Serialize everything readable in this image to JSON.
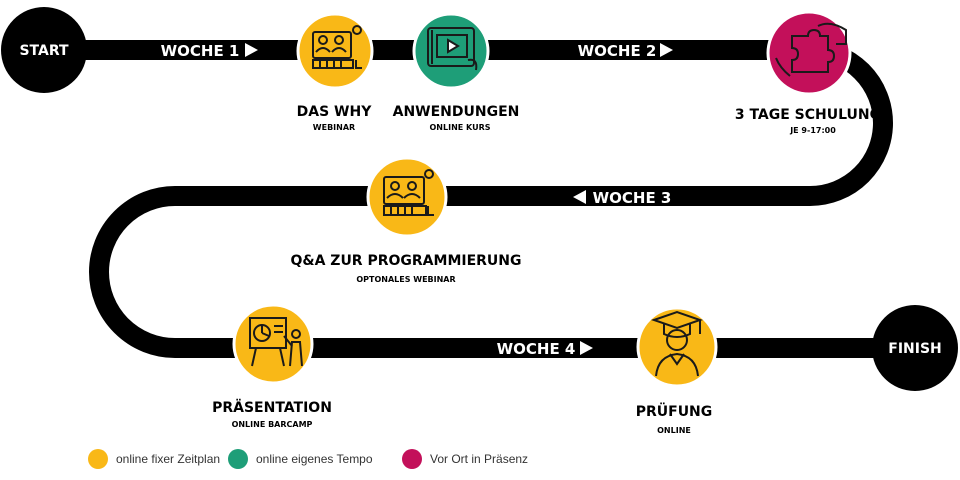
{
  "colors": {
    "road": "#000000",
    "online_fixed": "#F9B817",
    "online_self": "#1E9E78",
    "onsite": "#C3105A",
    "icon_stroke": "#1A1A1A"
  },
  "endpoints": {
    "start": "START",
    "finish": "FINISH"
  },
  "weeks": {
    "w1": "WOCHE 1",
    "w2": "WOCHE 2",
    "w3": "WOCHE 3",
    "w4": "WOCHE 4"
  },
  "milestones": [
    {
      "title": "DAS WHY",
      "subtitle": "WEBINAR",
      "mode": "online_fixed",
      "icon": "webinar-icon"
    },
    {
      "title": "ANWENDUNGEN",
      "subtitle": "ONLINE KURS",
      "mode": "online_self",
      "icon": "video-tablet-icon"
    },
    {
      "title": "3 TAGE SCHULUNG",
      "subtitle": "JE 9-17:00",
      "mode": "onsite",
      "icon": "handshake-puzzle-icon"
    },
    {
      "title": "Q&A ZUR PROGRAMMIERUNG",
      "subtitle": "OPTONALES WEBINAR",
      "mode": "online_fixed",
      "icon": "webinar-icon"
    },
    {
      "title": "PRÄSENTATION",
      "subtitle": "ONLINE BARCAMP",
      "mode": "online_fixed",
      "icon": "presentation-icon"
    },
    {
      "title": "PRÜFUNG",
      "subtitle": "ONLINE",
      "mode": "online_fixed",
      "icon": "graduate-icon"
    }
  ],
  "legend": [
    {
      "label": "online fixer Zeitplan",
      "color": "#F9B817"
    },
    {
      "label": "online eigenes Tempo",
      "color": "#1E9E78"
    },
    {
      "label": "Vor Ort in Präsenz",
      "color": "#C3105A"
    }
  ]
}
